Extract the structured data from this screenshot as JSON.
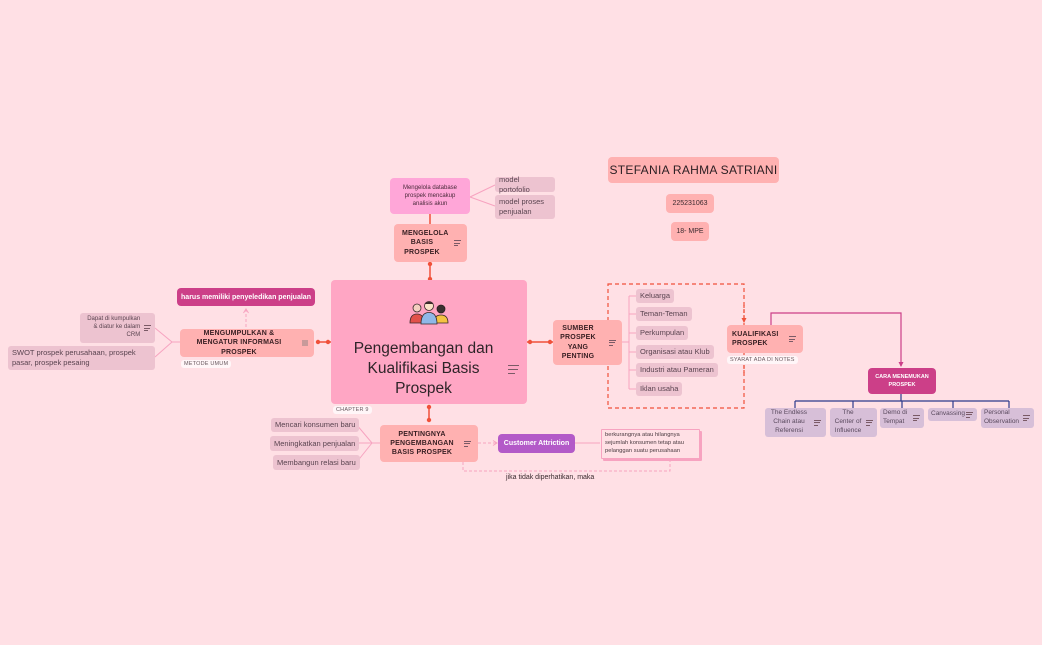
{
  "central": {
    "title": "Pengembangan dan Kualifikasi Basis Prospek",
    "label": "CHAPTER 9",
    "icon": "people-group-icon"
  },
  "author": {
    "name": "STEFANIA RAHMA SATRIANI",
    "id": "225231063",
    "class": "18- MPE"
  },
  "mengelola": {
    "title": "MENGELOLA BASIS PROSPEK",
    "detail": "Mengelola database prospek mencakup analisis akun",
    "children": [
      "model portofolio",
      "model proses penjualan"
    ]
  },
  "mengumpulkan": {
    "title": "MENGUMPULKAN & MENGATUR INFORMASI PROSPEK",
    "label": "METODE UMUM",
    "callout": "harus memiliki penyeledikan penjualan",
    "children": [
      "Dapat di kumpulkan & diatur ke dalam CRM",
      "SWOT prospek perusahaan, prospek pasar, prospek pesaing"
    ]
  },
  "sumber": {
    "title": "SUMBER PROSPEK YANG PENTING",
    "children": [
      "Keluarga",
      "Teman-Teman",
      "Perkumpulan",
      "Organisasi atau Klub",
      "Industri atau Pameran",
      "Iklan usaha"
    ]
  },
  "kualifikasi": {
    "title": "KUALIFIKASI PROSPEK",
    "label": "SYARAT ADA DI NOTES"
  },
  "cara": {
    "title": "CARA MENEMUKAN PROSPEK",
    "children": [
      "The Endless Chain atau Referensi",
      "The Center of Influence",
      "Demo di Tempat",
      "Canvassing",
      "Personal Observation"
    ]
  },
  "pentingnya": {
    "title": "PENTINGNYA PENGEMBANGAN BASIS PROSPEK",
    "children": [
      "Mencari konsumen baru",
      "Meningkatkan penjualan",
      "Membangun relasi baru"
    ],
    "attrition": "Customer Attriction",
    "attrition_desc": "berkurangnya atau hilangnya sejumlah konsumen tetap atau pelanggan suatu perusahaan",
    "relationship_label": "jika tidak diperhatikan, maka"
  },
  "colors": {
    "background": "#ffe0e5",
    "central": "#ffa6c4",
    "main_topic": "#ffb1b1",
    "subtopic": "#edc3d0",
    "detail_pink": "#ffa6d8",
    "callout_magenta": "#cc3f88",
    "attrition_purple": "#b35ac8",
    "lavender": "#d7bfd8",
    "connector_red": "#f0513a",
    "connector_pink": "#f7a3c0",
    "connector_navy": "#2c3a8c"
  }
}
